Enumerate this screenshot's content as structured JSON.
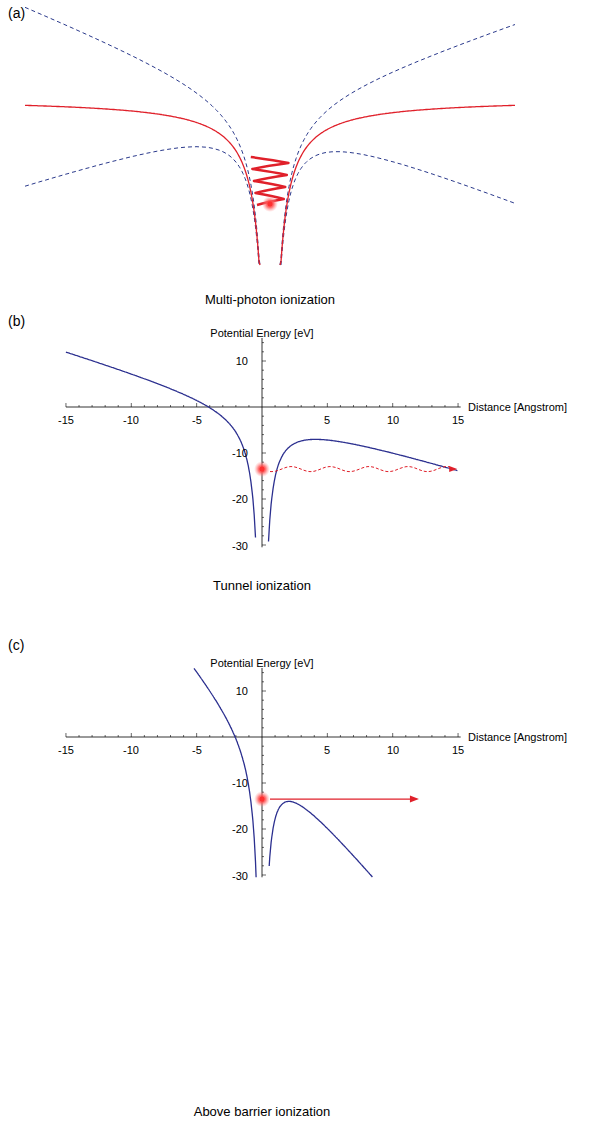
{
  "diagram": {
    "labels": [
      "(a)",
      "Multi-photon ionization",
      "(b)",
      "Potential Energy [eV]",
      "10",
      "-10",
      "-20",
      "-30",
      "Distance [Angstrom]",
      "-15",
      "-10",
      "-5",
      "5",
      "10",
      "15",
      "Tunnel ionization",
      "(c)",
      "Potential Energy [eV]",
      "10",
      "-10",
      "-20",
      "-30",
      "Distance [Angstrom]",
      "-15",
      "-10",
      "-5",
      "5",
      "10",
      "15",
      "Above barrier ionization"
    ]
  }
}
